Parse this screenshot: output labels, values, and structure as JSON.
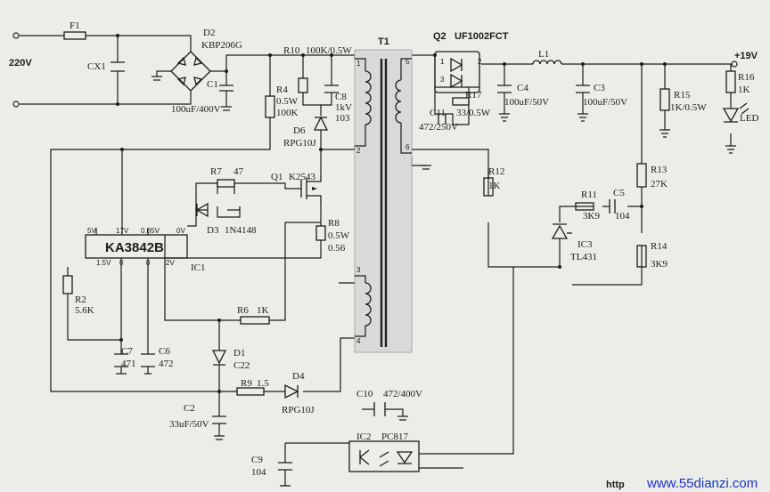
{
  "input": {
    "voltage": "220V"
  },
  "output": {
    "voltage": "+19V"
  },
  "components": {
    "f1": "F1",
    "cx1": "CX1",
    "d2": "D2",
    "d2_part": "KBP206G",
    "c1": "C1",
    "c1_val": "100uF/400V",
    "r10": "R10",
    "r10_val": "100K/0.5W",
    "r4": "R4",
    "r4_val1": "0.5W",
    "r4_val2": "100K",
    "c8": "C8",
    "c8_val1": "1kV",
    "c8_val2": "103",
    "d6": "D6",
    "d6_part": "RPG10J",
    "t1": "T1",
    "q2": "Q2",
    "q2_part": "UF1002FCT",
    "l1": "L1",
    "c4": "C4",
    "c4_val": "100uF/50V",
    "c3": "C3",
    "c3_val": "100uF/50V",
    "r15": "R15",
    "r15_val": "1K/0.5W",
    "r16": "R16",
    "r16_val": "1K",
    "led": "LED",
    "c11": "C11",
    "c11_val": "472/250V",
    "r17": "R17",
    "r17_val": "33/0.5W",
    "r7": "R7",
    "r7_val": "47",
    "d3": "D3",
    "d3_part": "1N4148",
    "q1": "Q1",
    "q1_part": "K2543",
    "r8": "R8",
    "r8_val1": "0.5W",
    "r8_val2": "0.56",
    "ic1": "IC1",
    "ic1_part": "KA3842B",
    "r2": "R2",
    "r2_val": "5.6K",
    "r6": "R6",
    "r6_val": "1K",
    "c7": "C7",
    "c7_val": "471",
    "c6": "C6",
    "c6_val": "472",
    "d1": "D1",
    "d1_val": "C22",
    "r9": "R9",
    "r9_val": "1.5",
    "d4": "D4",
    "d4_part": "RPG10J",
    "c2": "C2",
    "c2_val": "33uF/50V",
    "c10": "C10",
    "c10_val": "472/400V",
    "c9": "C9",
    "c9_val": "104",
    "ic2": "IC2",
    "ic2_part": "PC817",
    "r12": "R12",
    "r12_val": "1K",
    "r13": "R13",
    "r13_val": "27K",
    "r11": "R11",
    "r11_val": "3K9",
    "c5": "C5",
    "c5_val": "104",
    "ic3": "IC3",
    "ic3_part": "TL431",
    "r14": "R14",
    "r14_val": "3K9"
  },
  "ic1_pins": {
    "p5v": "5V",
    "p17v": "17V",
    "p005v": "0.05V",
    "p0v": "0V",
    "p15v": "1.5V",
    "p0a": "0",
    "p0b": "0",
    "p2v": "2V"
  },
  "t1_pins": {
    "p1": "1",
    "p2": "2",
    "p3": "3",
    "p4": "4",
    "p5": "5",
    "p6": "6"
  },
  "q2_pins": {
    "p1": "1",
    "p2": "2",
    "p3": "3"
  },
  "watermark": {
    "prefix": "http",
    "domain": "www.55dianzi.com"
  }
}
